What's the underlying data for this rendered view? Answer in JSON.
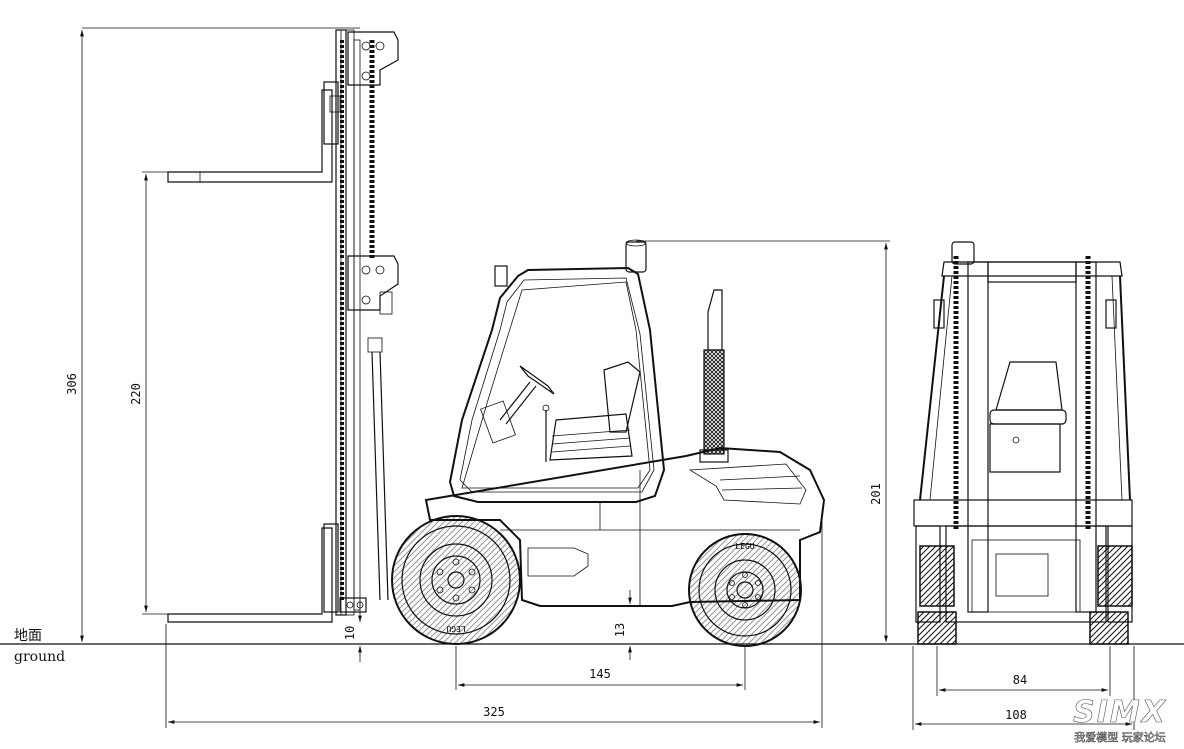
{
  "labels": {
    "ground_cn": "地面",
    "ground_en": "ground"
  },
  "dimensions": {
    "total_height": "306",
    "fork_height": "220",
    "cab_height": "201",
    "fork_clearance": "10",
    "body_clearance": "13",
    "wheelbase": "145",
    "total_length": "325",
    "track_width": "84",
    "total_width": "108"
  },
  "watermark": {
    "logo": "SIMX",
    "caption": "我爱模型 玩家论坛"
  },
  "tire_brand": "LEGU"
}
